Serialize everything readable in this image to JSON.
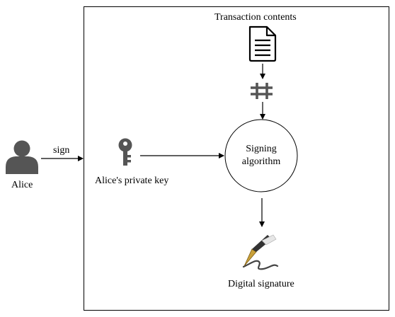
{
  "diagram": {
    "actor": {
      "label": "Alice",
      "icon": "person-icon"
    },
    "edge_sign": {
      "label": "sign"
    },
    "transaction": {
      "label": "Transaction contents",
      "icon": "document-icon"
    },
    "hash": {
      "icon": "hash-icon",
      "symbol": "#"
    },
    "private_key": {
      "label": "Alice's private key",
      "icon": "key-icon"
    },
    "algorithm": {
      "line1": "Signing",
      "line2": "algorithm"
    },
    "signature": {
      "label": "Digital signature",
      "icon": "pen-signature-icon"
    }
  },
  "colors": {
    "icon": "#555555",
    "pen_gold": "#c9a13a",
    "line": "#000000"
  }
}
